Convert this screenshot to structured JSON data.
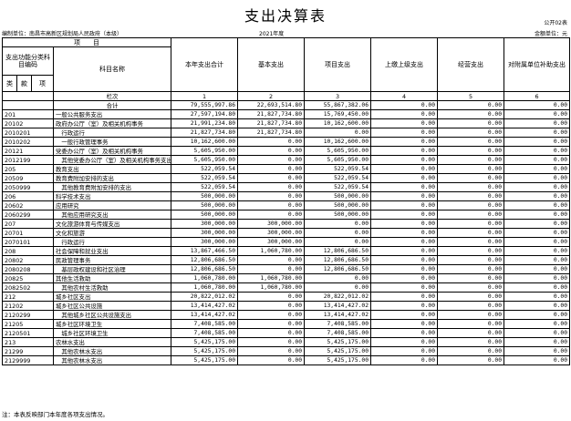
{
  "title": "支出决算表",
  "table_no": "公开02表",
  "org_label": "编制单位：南昌市高新区规划局人民政府（本级）",
  "year": "2021年度",
  "unit_label": "金额单位：元",
  "headers": {
    "project": "项　　目",
    "func_code": "支出功能分类科目编码",
    "subject_name": "科目名称",
    "lei": "类",
    "kuan": "款",
    "xiang": "项",
    "rowno": "栏次",
    "cols": [
      "本年支出合计",
      "基本支出",
      "项目支出",
      "上缴上级支出",
      "经营支出",
      "对附属单位补助支出"
    ],
    "col_numbers": [
      "1",
      "2",
      "3",
      "4",
      "5",
      "6"
    ]
  },
  "total": {
    "label": "合计",
    "values": [
      "79,555,997.86",
      "22,693,514.80",
      "55,867,382.06",
      "0.00",
      "0.00",
      "0.00"
    ]
  },
  "rows": [
    {
      "code": "201",
      "name": "一般公共服务支出",
      "values": [
        "27,597,194.80",
        "21,827,734.80",
        "15,769,450.00",
        "0.00",
        "0.00",
        "0.00"
      ]
    },
    {
      "code": "20102",
      "name": "政府办公厅（室）及相关机构事务",
      "values": [
        "21,991,234.80",
        "21,827,734.80",
        "10,162,600.00",
        "0.00",
        "0.00",
        "0.00"
      ]
    },
    {
      "code": "2010201",
      "name": "　行政运行",
      "values": [
        "21,827,734.80",
        "21,827,734.80",
        "0.00",
        "0.00",
        "0.00",
        "0.00"
      ]
    },
    {
      "code": "2010202",
      "name": "　一般行政管理事务",
      "values": [
        "10,162,600.00",
        "0.00",
        "10,162,600.00",
        "0.00",
        "0.00",
        "0.00"
      ]
    },
    {
      "code": "20121",
      "name": "党委办公厅（室）及相关机构事务",
      "values": [
        "5,605,950.00",
        "0.00",
        "5,605,950.00",
        "0.00",
        "0.00",
        "0.00"
      ]
    },
    {
      "code": "2012199",
      "name": "　其他党委办公厅（室）及相关机构事务支出",
      "values": [
        "5,605,950.00",
        "0.00",
        "5,605,950.00",
        "0.00",
        "0.00",
        "0.00"
      ]
    },
    {
      "code": "205",
      "name": "教育支出",
      "values": [
        "522,059.54",
        "0.00",
        "522,059.54",
        "0.00",
        "0.00",
        "0.00"
      ]
    },
    {
      "code": "20509",
      "name": "教育费附加安排的支出",
      "values": [
        "522,059.54",
        "0.00",
        "522,059.54",
        "0.00",
        "0.00",
        "0.00"
      ]
    },
    {
      "code": "2050999",
      "name": "　其他教育费附加安排的支出",
      "values": [
        "522,059.54",
        "0.00",
        "522,059.54",
        "0.00",
        "0.00",
        "0.00"
      ]
    },
    {
      "code": "206",
      "name": "科学技术支出",
      "values": [
        "500,000.00",
        "0.00",
        "500,000.00",
        "0.00",
        "0.00",
        "0.00"
      ]
    },
    {
      "code": "20602",
      "name": "应用研究",
      "values": [
        "500,000.00",
        "0.00",
        "500,000.00",
        "0.00",
        "0.00",
        "0.00"
      ]
    },
    {
      "code": "2060299",
      "name": "　其他应用研究支出",
      "values": [
        "500,000.00",
        "0.00",
        "500,000.00",
        "0.00",
        "0.00",
        "0.00"
      ]
    },
    {
      "code": "207",
      "name": "文化旅游体育与传媒支出",
      "values": [
        "300,000.00",
        "300,000.00",
        "0.00",
        "0.00",
        "0.00",
        "0.00"
      ]
    },
    {
      "code": "20701",
      "name": "文化和旅游",
      "values": [
        "300,000.00",
        "300,000.00",
        "0.00",
        "0.00",
        "0.00",
        "0.00"
      ]
    },
    {
      "code": "2070101",
      "name": "　行政运行",
      "values": [
        "300,000.00",
        "300,000.00",
        "0.00",
        "0.00",
        "0.00",
        "0.00"
      ]
    },
    {
      "code": "208",
      "name": "社会保障和就业支出",
      "values": [
        "13,867,466.50",
        "1,060,780.00",
        "12,806,686.50",
        "0.00",
        "0.00",
        "0.00"
      ]
    },
    {
      "code": "20802",
      "name": "民政管理事务",
      "values": [
        "12,806,686.50",
        "0.00",
        "12,806,686.50",
        "0.00",
        "0.00",
        "0.00"
      ]
    },
    {
      "code": "2080208",
      "name": "　基层政权建设和社区治理",
      "values": [
        "12,806,686.50",
        "0.00",
        "12,806,686.50",
        "0.00",
        "0.00",
        "0.00"
      ]
    },
    {
      "code": "20825",
      "name": "其他生活救助",
      "values": [
        "1,060,780.00",
        "1,060,780.00",
        "0.00",
        "0.00",
        "0.00",
        "0.00"
      ]
    },
    {
      "code": "2082502",
      "name": "　其他农村生活救助",
      "values": [
        "1,060,780.00",
        "1,060,780.00",
        "0.00",
        "0.00",
        "0.00",
        "0.00"
      ]
    },
    {
      "code": "212",
      "name": "城乡社区支出",
      "values": [
        "20,822,012.02",
        "0.00",
        "20,822,012.02",
        "0.00",
        "0.00",
        "0.00"
      ]
    },
    {
      "code": "21202",
      "name": "城乡社区公共设施",
      "values": [
        "13,414,427.02",
        "0.00",
        "13,414,427.02",
        "0.00",
        "0.00",
        "0.00"
      ]
    },
    {
      "code": "2120299",
      "name": "　其他城乡社区公共设施支出",
      "values": [
        "13,414,427.02",
        "0.00",
        "13,414,427.02",
        "0.00",
        "0.00",
        "0.00"
      ]
    },
    {
      "code": "21205",
      "name": "城乡社区环境卫生",
      "values": [
        "7,408,585.00",
        "0.00",
        "7,408,585.00",
        "0.00",
        "0.00",
        "0.00"
      ]
    },
    {
      "code": "2120501",
      "name": "　城乡社区环境卫生",
      "values": [
        "7,408,585.00",
        "0.00",
        "7,408,585.00",
        "0.00",
        "0.00",
        "0.00"
      ]
    },
    {
      "code": "213",
      "name": "农林水支出",
      "values": [
        "5,425,175.00",
        "0.00",
        "5,425,175.00",
        "0.00",
        "0.00",
        "0.00"
      ]
    },
    {
      "code": "21299",
      "name": "　其他农林水支出",
      "values": [
        "5,425,175.00",
        "0.00",
        "5,425,175.00",
        "0.00",
        "0.00",
        "0.00"
      ]
    },
    {
      "code": "2129999",
      "name": "　其他农林水支出",
      "values": [
        "5,425,175.00",
        "0.00",
        "5,425,175.00",
        "0.00",
        "0.00",
        "0.00"
      ]
    }
  ],
  "note": "注：本表反映部门本年度各项支出情况。"
}
